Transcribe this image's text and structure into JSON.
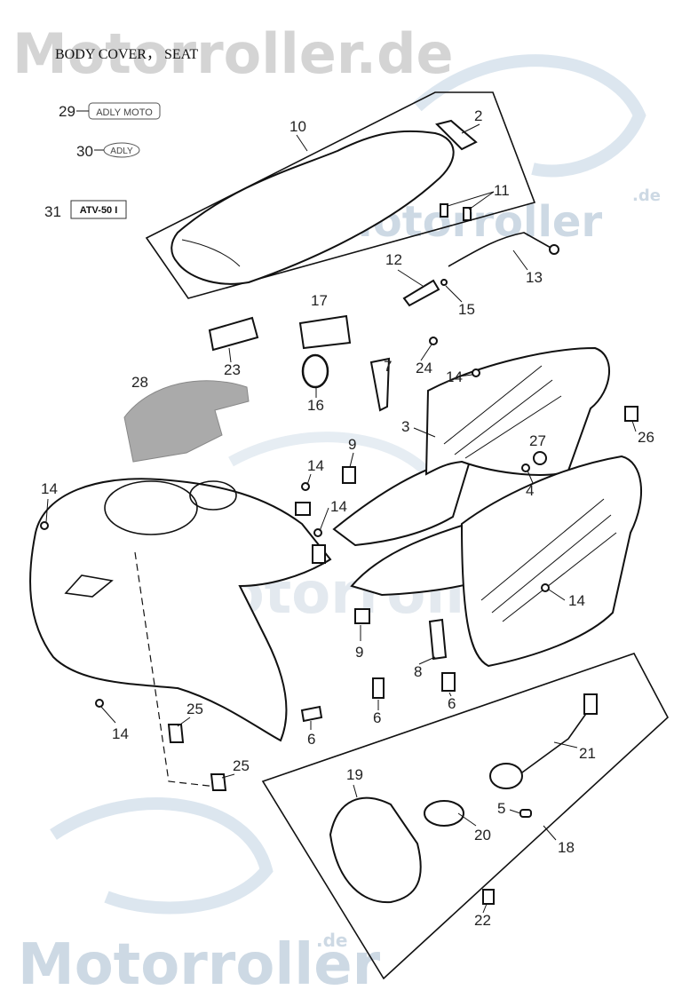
{
  "title": "BODY COVER， SEAT",
  "watermark": {
    "top": "Motorroller.de",
    "middle": "Motorroller",
    "middle_suffix": ".de",
    "center": "Motorroller",
    "bottom": "Motorroller",
    "bottom_suffix": ".de",
    "color": "#c9d8e6"
  },
  "badges": {
    "adly_moto": "ADLY MOTO",
    "adly": "ADLY",
    "atv": "ATV-50 I"
  },
  "callouts": [
    "29",
    "30",
    "31",
    "10",
    "2",
    "11",
    "12",
    "13",
    "15",
    "17",
    "23",
    "28",
    "16",
    "7",
    "24",
    "14a",
    "3",
    "26",
    "27",
    "4",
    "9a",
    "14b",
    "14c",
    "14d",
    "14e",
    "9b",
    "8",
    "6a",
    "6b",
    "6c",
    "14f",
    "25a",
    "25b",
    "19",
    "20",
    "5",
    "21",
    "18",
    "22"
  ],
  "labels": {
    "29": "29",
    "30": "30",
    "31": "31",
    "10": "10",
    "2": "2",
    "11": "11",
    "12": "12",
    "13": "13",
    "15": "15",
    "17": "17",
    "23": "23",
    "28": "28",
    "16": "16",
    "7": "7",
    "24": "24",
    "14a": "14",
    "3": "3",
    "26": "26",
    "27": "27",
    "4": "4",
    "9a": "9",
    "14b": "14",
    "14c": "14",
    "14d": "14",
    "14e": "14",
    "9b": "9",
    "8": "8",
    "6a": "6",
    "6b": "6",
    "6c": "6",
    "14f": "14",
    "25a": "25",
    "25b": "25",
    "19": "19",
    "20": "20",
    "5": "5",
    "21": "21",
    "18": "18",
    "22": "22"
  }
}
